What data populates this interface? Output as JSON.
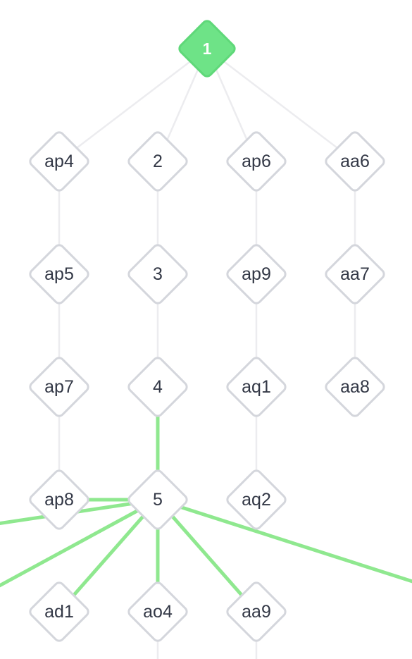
{
  "colors": {
    "active_fill": "#6ee387",
    "active_edge": "#8fe88f",
    "inactive_edge": "#ececef",
    "node_border": "#d4d6dc",
    "label_text": "#333846"
  },
  "nodes": [
    {
      "id": "n1",
      "label": "1",
      "active": true
    },
    {
      "id": "ap4",
      "label": "ap4"
    },
    {
      "id": "n2",
      "label": "2"
    },
    {
      "id": "ap6",
      "label": "ap6"
    },
    {
      "id": "aa6",
      "label": "aa6"
    },
    {
      "id": "ap5",
      "label": "ap5"
    },
    {
      "id": "n3",
      "label": "3"
    },
    {
      "id": "ap9",
      "label": "ap9"
    },
    {
      "id": "aa7",
      "label": "aa7"
    },
    {
      "id": "ap7",
      "label": "ap7"
    },
    {
      "id": "n4",
      "label": "4"
    },
    {
      "id": "aq1",
      "label": "aq1"
    },
    {
      "id": "aa8",
      "label": "aa8"
    },
    {
      "id": "ap8",
      "label": "ap8"
    },
    {
      "id": "n5",
      "label": "5"
    },
    {
      "id": "aq2",
      "label": "aq2"
    },
    {
      "id": "ad1",
      "label": "ad1"
    },
    {
      "id": "ao4",
      "label": "ao4"
    },
    {
      "id": "aa9",
      "label": "aa9"
    }
  ],
  "edges": [
    {
      "from": "n1",
      "to": "ap4"
    },
    {
      "from": "n1",
      "to": "n2"
    },
    {
      "from": "n1",
      "to": "ap6"
    },
    {
      "from": "n1",
      "to": "aa6"
    },
    {
      "from": "ap4",
      "to": "ap5"
    },
    {
      "from": "ap5",
      "to": "ap7"
    },
    {
      "from": "ap7",
      "to": "ap8"
    },
    {
      "from": "n2",
      "to": "n3"
    },
    {
      "from": "n3",
      "to": "n4"
    },
    {
      "from": "n4",
      "to": "n5",
      "active": true
    },
    {
      "from": "ap6",
      "to": "ap9"
    },
    {
      "from": "ap9",
      "to": "aq1"
    },
    {
      "from": "aq1",
      "to": "aq2"
    },
    {
      "from": "aa6",
      "to": "aa7"
    },
    {
      "from": "aa7",
      "to": "aa8"
    },
    {
      "from": "n5",
      "to": "ap8",
      "active": true
    },
    {
      "from": "n5",
      "to": "ad1",
      "active": true
    },
    {
      "from": "n5",
      "to": "ao4",
      "active": true
    },
    {
      "from": "n5",
      "to": "aa9",
      "active": true
    },
    {
      "from": "n5",
      "to": "offscreen-left-1",
      "active": true
    },
    {
      "from": "n5",
      "to": "offscreen-left-2",
      "active": true
    },
    {
      "from": "n5",
      "to": "offscreen-right",
      "active": true
    },
    {
      "from": "ao4",
      "to": "offscreen-below-1"
    },
    {
      "from": "aa9",
      "to": "offscreen-below-2"
    }
  ]
}
